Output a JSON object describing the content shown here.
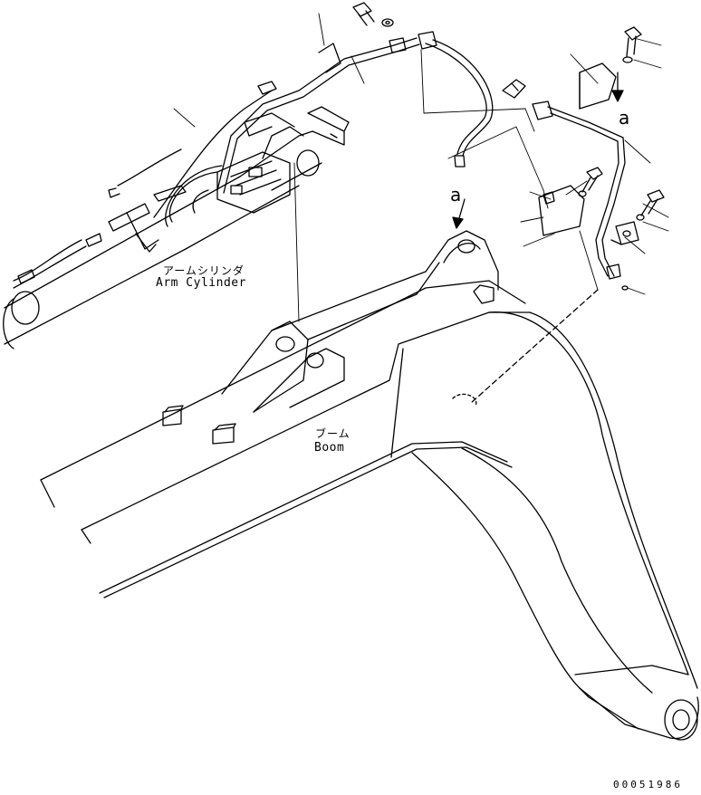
{
  "labels": {
    "arm_cylinder_jp": "アームシリンダ",
    "arm_cylinder_en": "Arm Cylinder",
    "boom_jp": "ブーム",
    "boom_en": "Boom",
    "detail_marker_top": "a",
    "detail_marker_bottom": "a",
    "document_number": "00051986"
  },
  "colors": {
    "line": "#000000",
    "background": "#ffffff"
  }
}
